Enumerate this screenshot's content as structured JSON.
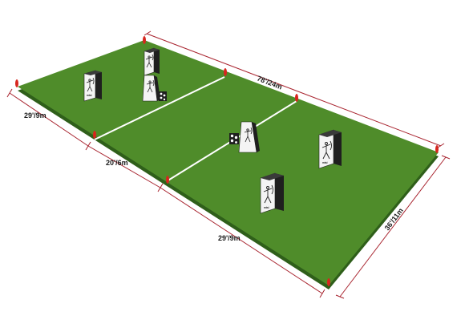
{
  "field": {
    "turf_color": "#4f8c2a",
    "turf_edge_color": "#2f5f1a",
    "line_color": "#ffffff",
    "marker_color": "#d7261e",
    "dimension_line_color": "#a8232e"
  },
  "dimensions": {
    "total_length": "78'/24m",
    "width": "36'/11m",
    "left_zone": "29'/9m",
    "middle_zone": "20'/6m",
    "right_zone": "29'/9m"
  },
  "targets": {
    "face_color": "#f4f4f4",
    "body_color": "#1f1f1f",
    "brand_mark": "mtsi"
  },
  "icons": {
    "figure": "archer-figure-icon",
    "dots": "dot-target-icon"
  }
}
